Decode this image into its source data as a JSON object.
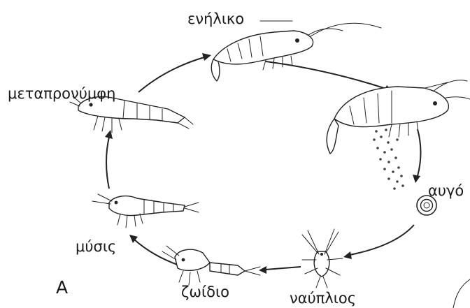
{
  "diagram": {
    "panel_letter": "A",
    "stages": {
      "adult": "ενήλικο",
      "egg": "αυγό",
      "nauplius": "ναύπλιος",
      "zoea": "ζωίδιο",
      "mysis": "μύσις",
      "postlarva": "μεταπρονύμφη"
    },
    "icons": {
      "adult": "shrimp-adult-icon",
      "gravid": "shrimp-egg-bearing-icon",
      "egg": "egg-icon",
      "nauplius": "nauplius-larva-icon",
      "zoea": "zoea-larva-icon",
      "mysis": "mysis-larva-icon",
      "postlarva": "postlarva-shrimp-icon"
    }
  }
}
